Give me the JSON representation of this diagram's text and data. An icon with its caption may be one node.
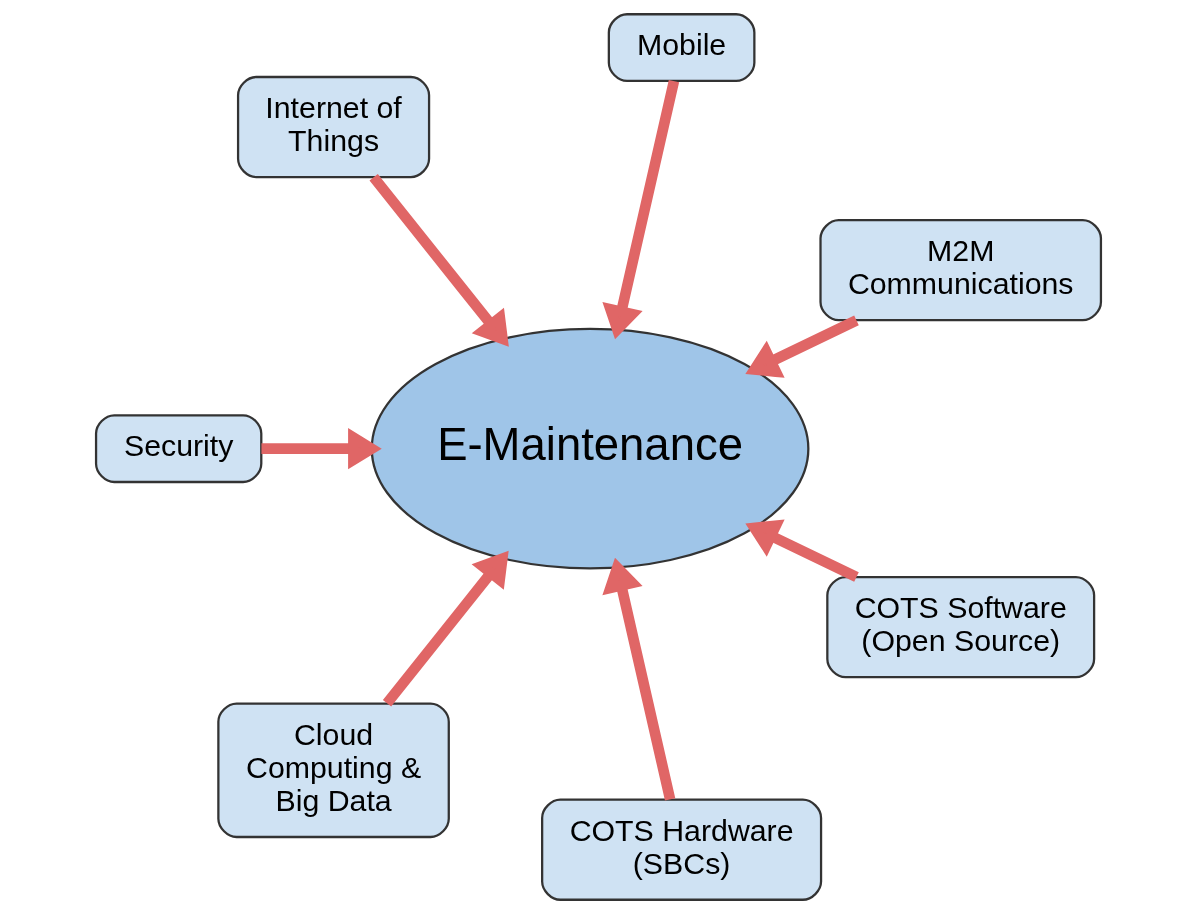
{
  "diagram": {
    "nodes": [
      {
        "text": [
          "M2M Communications"
        ]
      },
      {
        "text": [
          "Mobile"
        ]
      },
      {
        "text": [
          "Internet of Things"
        ]
      },
      {
        "text": [
          "Security"
        ]
      },
      {
        "text": [
          "E-Maintenance"
        ]
      },
      {
        "text": [
          "Cloud Computing & Big Data"
        ]
      },
      {
        "text": [
          "COTS Hardware (SBCs)"
        ]
      },
      {
        "text": [
          "COTS Software (Open Source)"
        ]
      }
    ],
    "edges": [
      {
        "from": 0,
        "to": 4,
        "arrow": "to"
      },
      {
        "from": 1,
        "to": 4,
        "arrow": "to"
      },
      {
        "from": 2,
        "to": 4,
        "arrow": "to"
      },
      {
        "from": 3,
        "to": 4,
        "arrow": "to"
      },
      {
        "from": 5,
        "to": 4,
        "arrow": "to"
      },
      {
        "from": 6,
        "to": 4,
        "arrow": "to"
      },
      {
        "from": 7,
        "to": 4,
        "arrow": "to"
      }
    ]
  }
}
